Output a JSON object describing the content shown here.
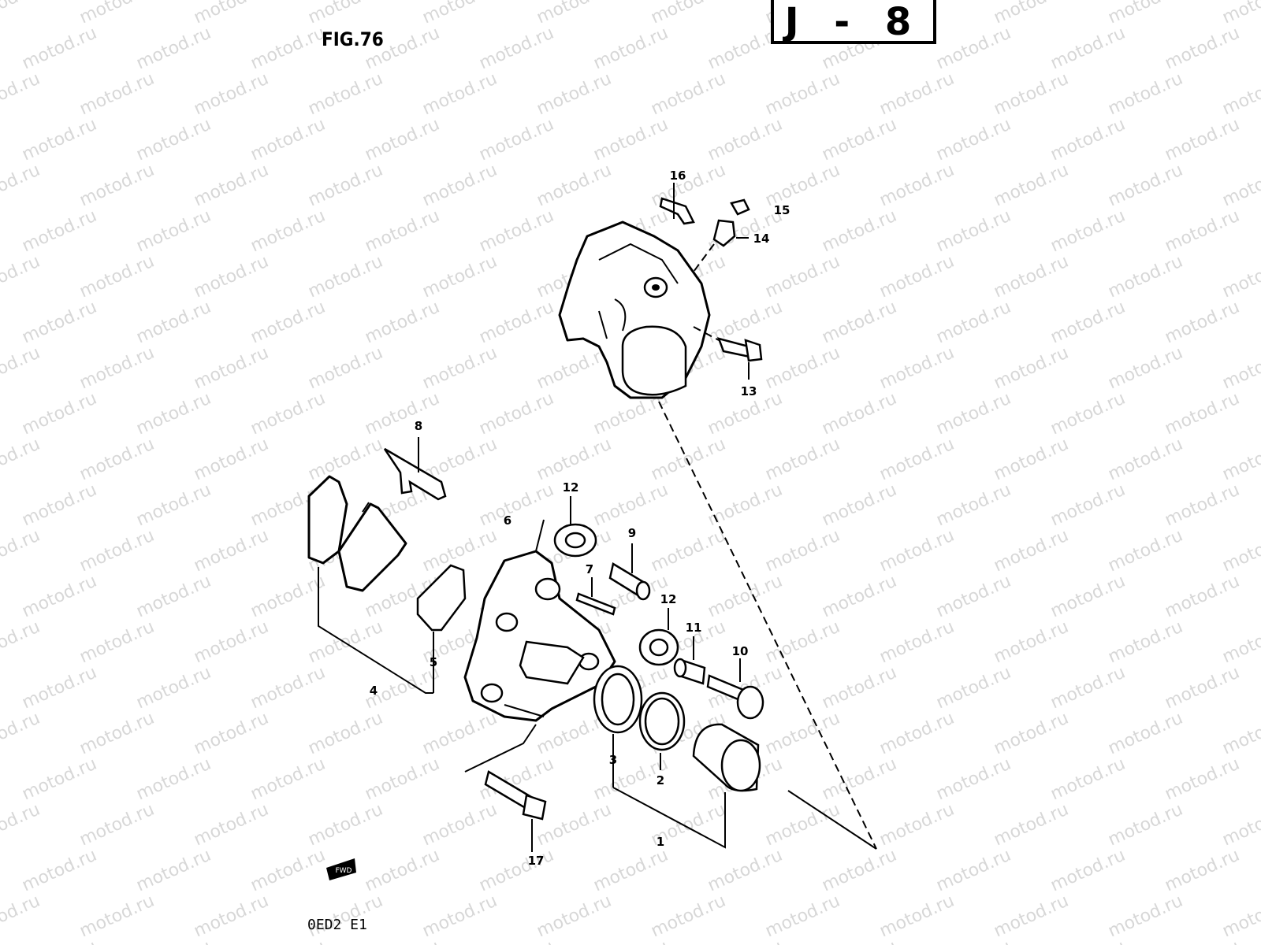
{
  "figure": {
    "title": "FIG.76",
    "page_code": "J - 8",
    "footer_code": "0ED2 E1"
  },
  "watermark": {
    "text": "motod.ru"
  },
  "callouts": [
    {
      "id": "1",
      "label": "1"
    },
    {
      "id": "2",
      "label": "2"
    },
    {
      "id": "3",
      "label": "3"
    },
    {
      "id": "4",
      "label": "4"
    },
    {
      "id": "5",
      "label": "5"
    },
    {
      "id": "6",
      "label": "6"
    },
    {
      "id": "7",
      "label": "7"
    },
    {
      "id": "8",
      "label": "8"
    },
    {
      "id": "9",
      "label": "9"
    },
    {
      "id": "10",
      "label": "10"
    },
    {
      "id": "11",
      "label": "11"
    },
    {
      "id": "12a",
      "label": "12"
    },
    {
      "id": "12b",
      "label": "12"
    },
    {
      "id": "13",
      "label": "13"
    },
    {
      "id": "14",
      "label": "14"
    },
    {
      "id": "15",
      "label": "15"
    },
    {
      "id": "16",
      "label": "16"
    },
    {
      "id": "17",
      "label": "17"
    }
  ],
  "direction_marker": {
    "label": "FWD",
    "icon": "forward-arrow-icon"
  }
}
